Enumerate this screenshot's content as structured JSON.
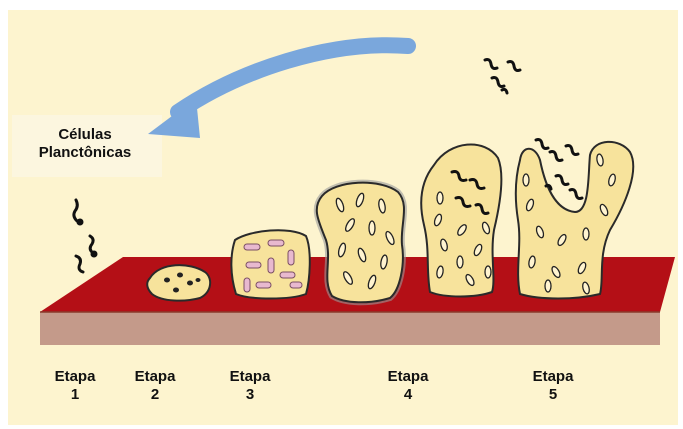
{
  "title_lines": [
    "Células",
    "Planctônicas"
  ],
  "stages": [
    {
      "word": "Etapa",
      "number": "1"
    },
    {
      "word": "Etapa",
      "number": "2"
    },
    {
      "word": "Etapa",
      "number": "3"
    },
    {
      "word": "Etapa",
      "number": "4"
    },
    {
      "word": "Etapa",
      "number": "5"
    }
  ],
  "colors": {
    "background": "#fdf4cf",
    "surface_top": "#b40f16",
    "surface_front": "#c49a8a",
    "biofilm": "#f7e39c",
    "arrow": "#7aa7dc",
    "rod_cells": "#e8b9cf"
  }
}
